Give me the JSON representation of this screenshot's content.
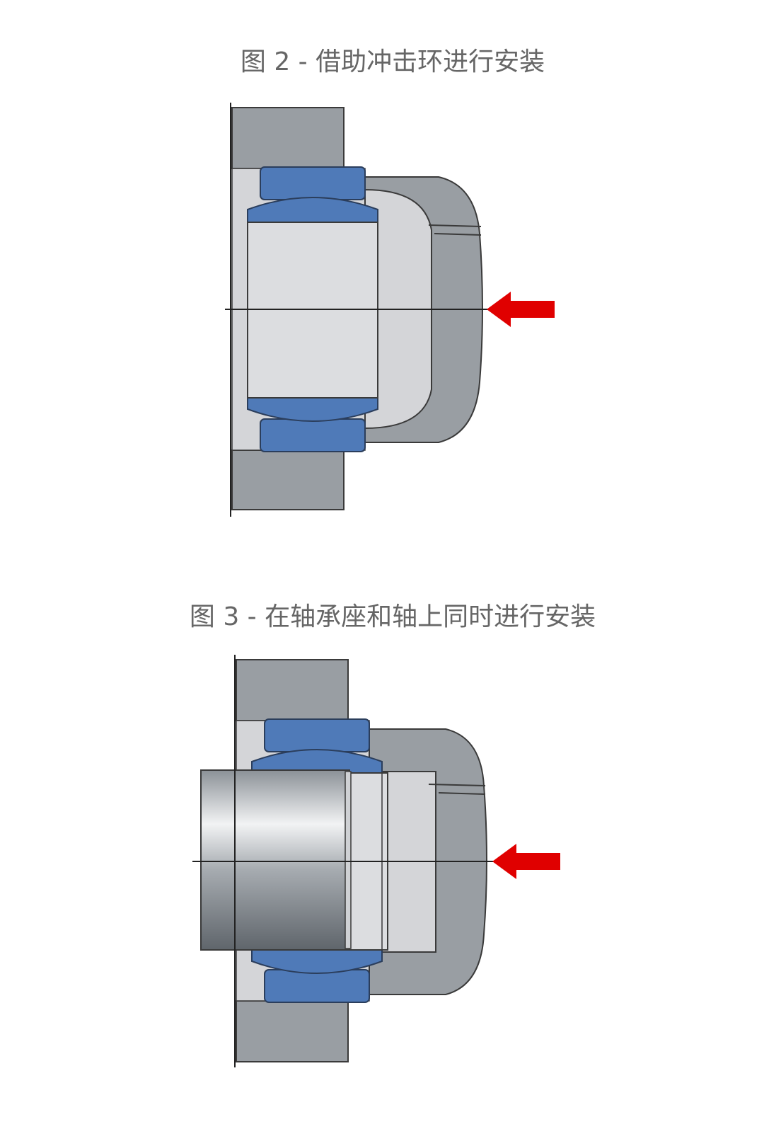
{
  "figures": [
    {
      "caption": "图 2 - 借助冲击环进行安装"
    },
    {
      "caption": "图 3 - 在轴承座和轴上同时进行安装"
    }
  ],
  "colors": {
    "housing": "#999ea3",
    "housing_outline": "#3a3a3a",
    "bearing_blue": "#4f7ab8",
    "bearing_inner": "#dcdde0",
    "bore_fill": "#d4d5d8",
    "arrow_red": "#e00000",
    "caption_text": "#666666"
  },
  "icons": {
    "arrow": "force-arrow-left"
  }
}
